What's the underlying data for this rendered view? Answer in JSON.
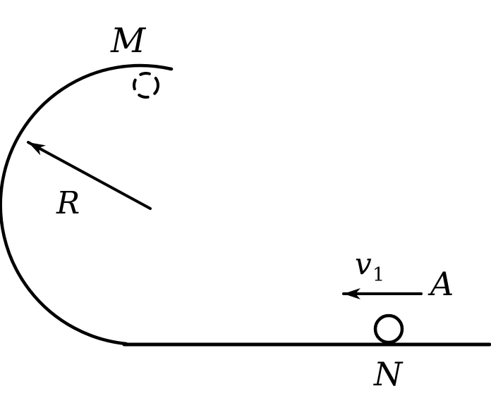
{
  "diagram": {
    "labels": {
      "ball_top": "M",
      "radius": "R",
      "velocity": "v",
      "velocity_subscript": "1",
      "point": "A",
      "ball_ground": "N"
    },
    "colors": {
      "stroke": "#000000",
      "background": "#ffffff"
    }
  }
}
